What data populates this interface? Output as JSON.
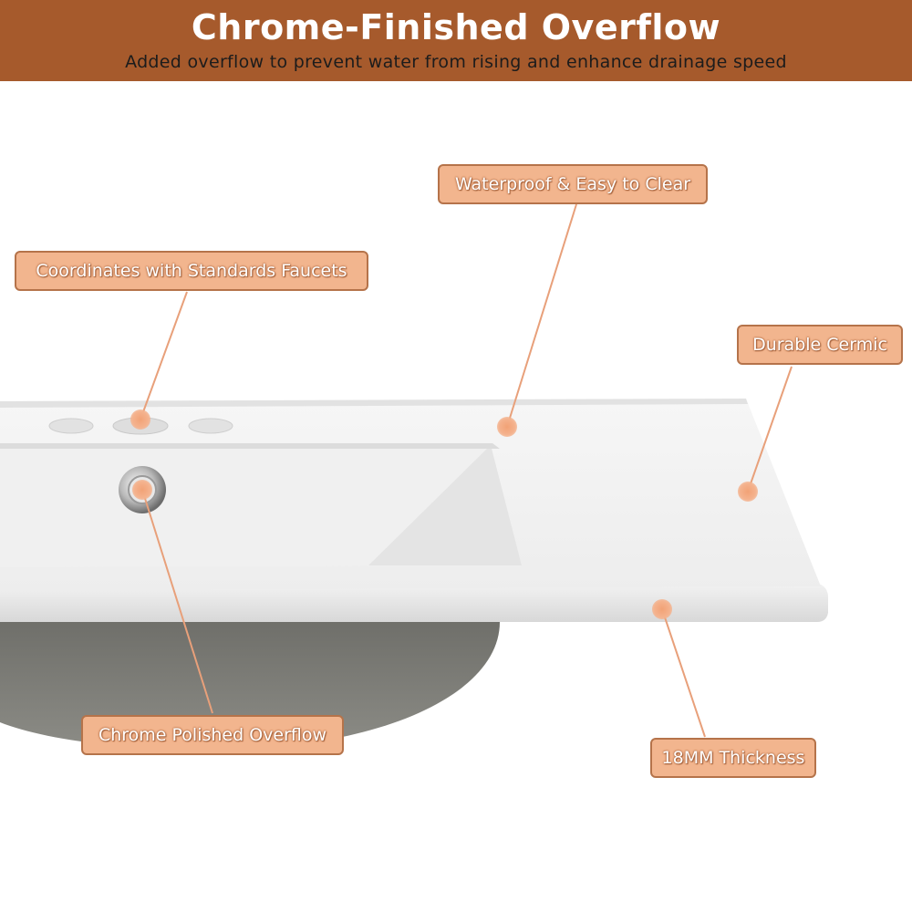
{
  "banner": {
    "title": "Chrome-Finished Overflow",
    "subtitle": "Added overflow to prevent water from rising and enhance drainage speed",
    "background_color": "#a65a2c"
  },
  "callouts": [
    {
      "id": "waterproof",
      "label": "Waterproof & Easy to Clear"
    },
    {
      "id": "faucets",
      "label": "Coordinates with Standards Faucets"
    },
    {
      "id": "ceramic",
      "label": "Durable Cermic"
    },
    {
      "id": "overflow",
      "label": "Chrome Polished Overflow"
    },
    {
      "id": "thickness",
      "label": "18MM Thickness"
    }
  ],
  "colors": {
    "callout_fill": "#f2b58e",
    "callout_border": "#b5734a",
    "leader_line": "#e8a07a",
    "sink_body": "#7f7f79"
  }
}
